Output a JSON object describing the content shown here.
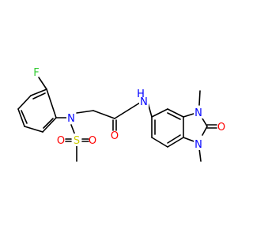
{
  "atoms": {
    "fluorine": "F",
    "sulfonamide_n": "N",
    "sulfur": "S",
    "sulfonyl_o_left": "O",
    "sulfonyl_o_right": "O",
    "amide_o": "O",
    "amide_nh": "N",
    "amide_h": "H",
    "ring_n_top": "N",
    "ring_n_bottom": "N",
    "urea_o": "O"
  },
  "colors": {
    "bond": "#000000",
    "nitrogen": "#0000ff",
    "oxygen": "#ff0000",
    "sulfur": "#cccc00",
    "fluorine": "#33cc33"
  }
}
